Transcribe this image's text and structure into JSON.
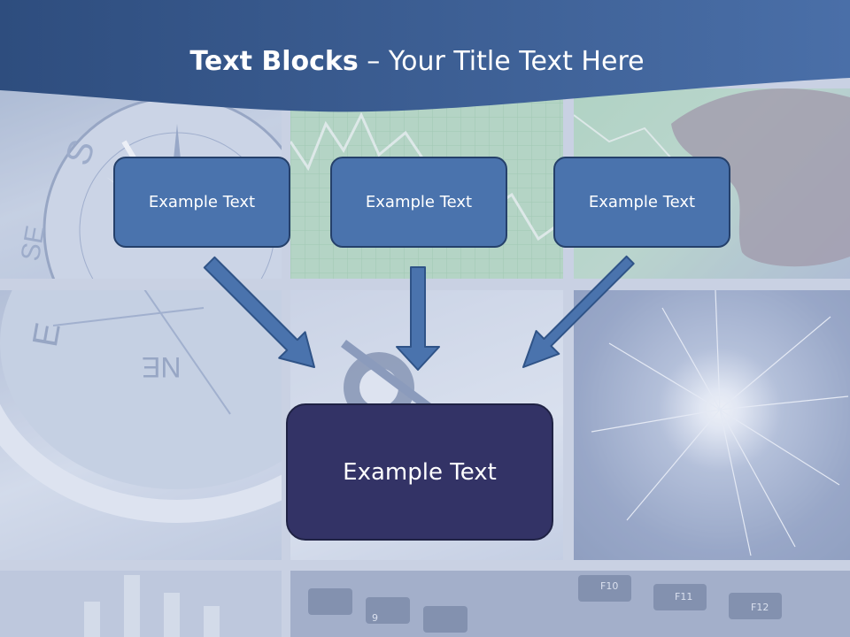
{
  "header": {
    "title_bold": "Text Blocks",
    "title_dash": " – ",
    "title_rest": "Your Title Text Here"
  },
  "blocks": {
    "top_left": "Example Text",
    "top_center": "Example Text",
    "top_right": "Example Text",
    "bottom_center": "Example Text"
  },
  "background_photos": {
    "compass": {
      "letters": [
        "S",
        "SE",
        "E",
        "NE"
      ]
    },
    "keyboard": {
      "keys": [
        "F10",
        "F11",
        "F12",
        "9"
      ]
    }
  },
  "colors": {
    "header_dark": "#2e4d7e",
    "header_light": "#4a6fa8",
    "box_fill": "#4a73ad",
    "box_border": "#25406a",
    "center_box_fill": "#333366",
    "arrow_fill": "#4a73ad",
    "arrow_stroke": "#2f5387"
  }
}
